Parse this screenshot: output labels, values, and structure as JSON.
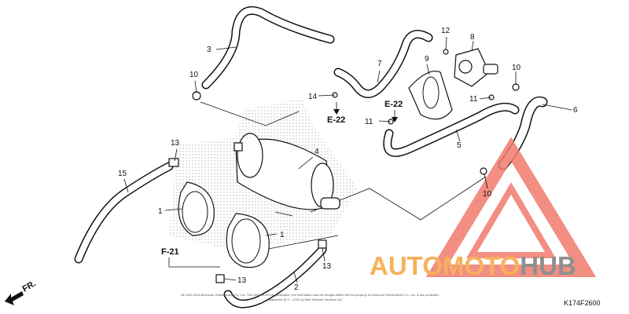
{
  "callouts": {
    "c1a": "1",
    "c1b": "1",
    "c2": "2",
    "c3": "3",
    "c4": "4",
    "c5": "5",
    "c6": "6",
    "c7": "7",
    "c8": "8",
    "c9": "9",
    "c10a": "10",
    "c10b": "10",
    "c10c": "10",
    "c11a": "11",
    "c11b": "11",
    "c12": "12",
    "c13a": "13",
    "c13b": "13",
    "c13c": "13",
    "c14": "14",
    "c15": "15"
  },
  "refs": {
    "e22a": "E-22",
    "e22b": "E-22",
    "f21": "F-21"
  },
  "direction_label": "FR.",
  "diagram_code": "K174F2600",
  "copyright_line1": "All 2003-2018 American Honda Motor Co., Inc. The contents of this publication, the information and the images within are the property of American Honda Motor Co., Inc. & are protected",
  "copyright_line2": "Registered @ © - 2001 by Web Network Services Ltd.",
  "watermark": {
    "part1": "AUTOMOTO",
    "part2": "HUB"
  },
  "colors": {
    "watermark_orange": "#f7b15b",
    "watermark_gray": "#8f8f8f",
    "watermark_red": "#f07a6c"
  }
}
